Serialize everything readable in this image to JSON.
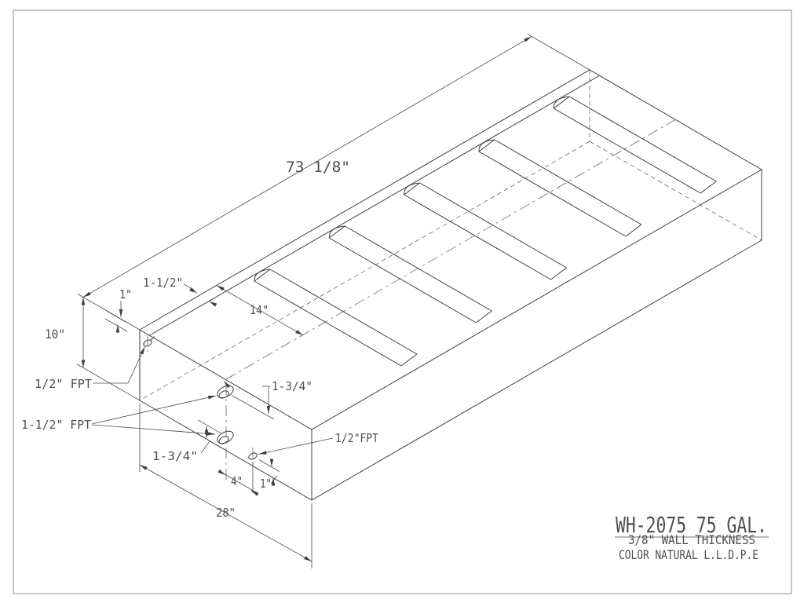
{
  "sheet": {
    "background": "#ffffff",
    "border_color": "#8c8c8c",
    "line_color": "#3f3f3f",
    "text_color": "#4f4f4f"
  },
  "title_block": {
    "model": "WH-2075 75 GAL.",
    "wall_thickness": "3/8\" WALL THICKNESS",
    "material": "COLOR NATURAL L.L.D.P.E"
  },
  "dimensions": {
    "overall_length": "73 1/8\"",
    "overall_width": "28\"",
    "overall_height": "10\"",
    "lip_width": "1-1/2\"",
    "lip_offset": "1\"",
    "slot_to_center": "14\"",
    "fitting_top_offset": "1-3/4\"",
    "fitting_bottom_offset": "1-3/4\"",
    "drain_spacing": "4\"",
    "drain_height": "1\""
  },
  "fittings": {
    "top_left": "1/2\" FPT",
    "side_pair": "1-1/2\" FPT",
    "bottom_right": "1/2\"FPT"
  }
}
